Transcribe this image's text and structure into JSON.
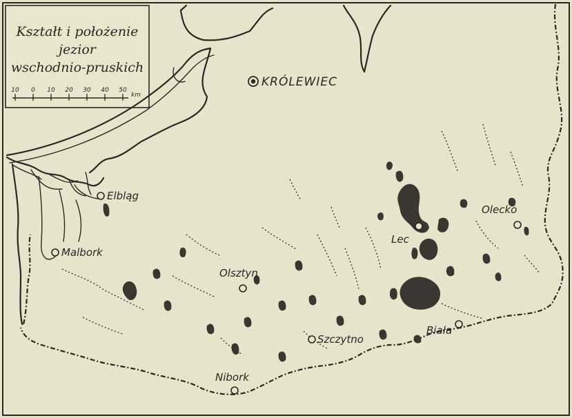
{
  "legend": {
    "title_lines": [
      "Kształt i położenie",
      "jezior",
      "wschodnio-pruskich"
    ],
    "scale_ticks": [
      "10",
      "0",
      "10",
      "20",
      "30",
      "40",
      "50"
    ],
    "scale_unit": "km"
  },
  "cities": [
    {
      "id": "krolewiec",
      "name": "KRÓLEWIEC",
      "capital": true
    },
    {
      "id": "elblag",
      "name": "Elbląg"
    },
    {
      "id": "malbork",
      "name": "Malbork"
    },
    {
      "id": "olsztyn",
      "name": "Olsztyn"
    },
    {
      "id": "szczytno",
      "name": "Szczytno"
    },
    {
      "id": "nibork",
      "name": "Nibork"
    },
    {
      "id": "lec",
      "name": "Lec"
    },
    {
      "id": "olecko",
      "name": "Olecko"
    },
    {
      "id": "biala",
      "name": "Biała"
    }
  ],
  "colors": {
    "paper": "#e9e3cb",
    "ink": "#2a2622"
  }
}
